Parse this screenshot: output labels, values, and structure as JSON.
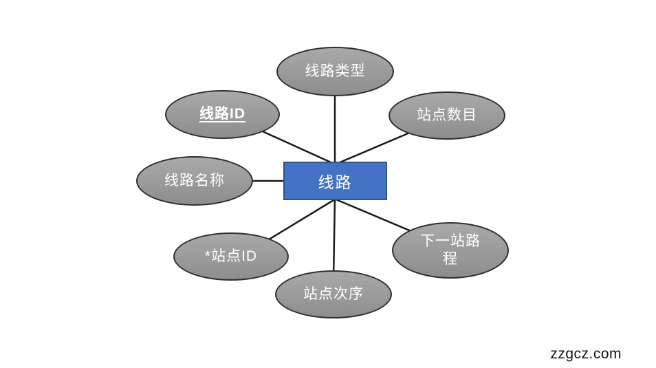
{
  "diagram": {
    "type": "er-diagram",
    "entity": {
      "label": "线路"
    },
    "attributes": [
      {
        "id": "line-type",
        "label": "线路类型",
        "key": false
      },
      {
        "id": "line-id",
        "label": "线路ID",
        "key": true
      },
      {
        "id": "station-count",
        "label": "站点数目",
        "key": false
      },
      {
        "id": "line-name",
        "label": "线路名称",
        "key": false
      },
      {
        "id": "station-id",
        "label": "*站点ID",
        "key": false
      },
      {
        "id": "station-order",
        "label": "站点次序",
        "key": false
      },
      {
        "id": "next-station-distance",
        "label": "下一站路程",
        "key": false
      }
    ],
    "colors": {
      "entity_fill": "#4472c4",
      "entity_border": "#2f528f",
      "attribute_fill": "#9a9a9a",
      "attribute_border": "#2e2e2e",
      "connector": "#1a1a1a",
      "text": "#ffffff"
    }
  },
  "watermark": {
    "text": "zzgcz.com"
  }
}
